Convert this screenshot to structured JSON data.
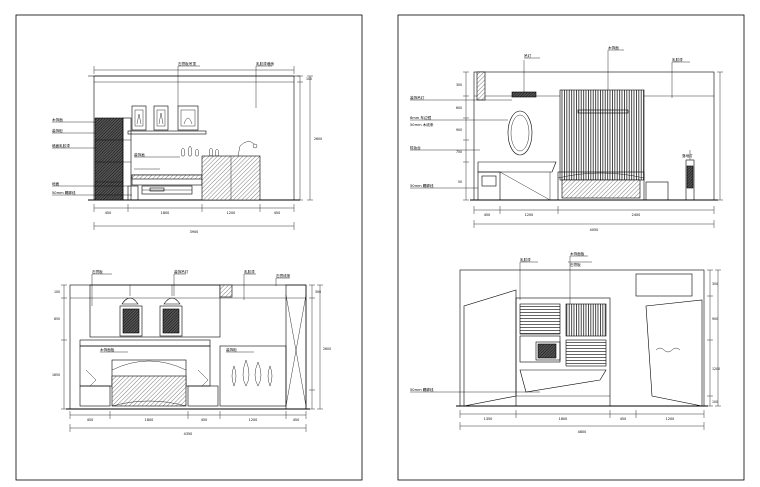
{
  "drawing": {
    "sheets": [
      {
        "elevations": [
          {
            "labels": [
              "石膏板吊顶",
              "乳胶漆墙面",
              "装饰画",
              "木饰面",
              "装饰柜",
              "墙面乳胶漆",
              "地面",
              "50mm 踢脚线"
            ],
            "dims_h": [
              "450",
              "1800",
              "1200",
              "450"
            ],
            "dims_total": "3900",
            "dims_v": [
              "100",
              "2600"
            ]
          },
          {
            "labels": [
              "石膏板",
              "装饰吊灯",
              "乳胶漆",
              "石膏线条",
              "木饰面板",
              "装饰柜"
            ],
            "dims_h": [
              "450",
              "1800",
              "450",
              "1200",
              "450"
            ],
            "dims_total": "4350",
            "dims_v": [
              "100",
              "850",
              "1650",
              "2600",
              "300"
            ]
          }
        ]
      },
      {
        "elevations": [
          {
            "labels": [
              "吊灯",
              "木饰面",
              "乳胶漆",
              "装饰吊灯",
              "6mm 车边镜",
              "50mm 木线条",
              "梳妆台",
              "50mm 踢脚线",
              "落地灯"
            ],
            "dims_h": [
              "450",
              "1200",
              "2400"
            ],
            "dims_total": "4050",
            "dims_v": [
              "300",
              "600",
              "900",
              "750",
              "50"
            ]
          },
          {
            "labels": [
              "乳胶漆",
              "木饰面板",
              "石膏板",
              "50mm 踢脚线"
            ],
            "dims_h": [
              "1350",
              "1800",
              "450",
              "1200"
            ],
            "dims_total": "4800",
            "dims_v": [
              "300",
              "900",
              "1200",
              "100"
            ]
          }
        ]
      }
    ]
  }
}
